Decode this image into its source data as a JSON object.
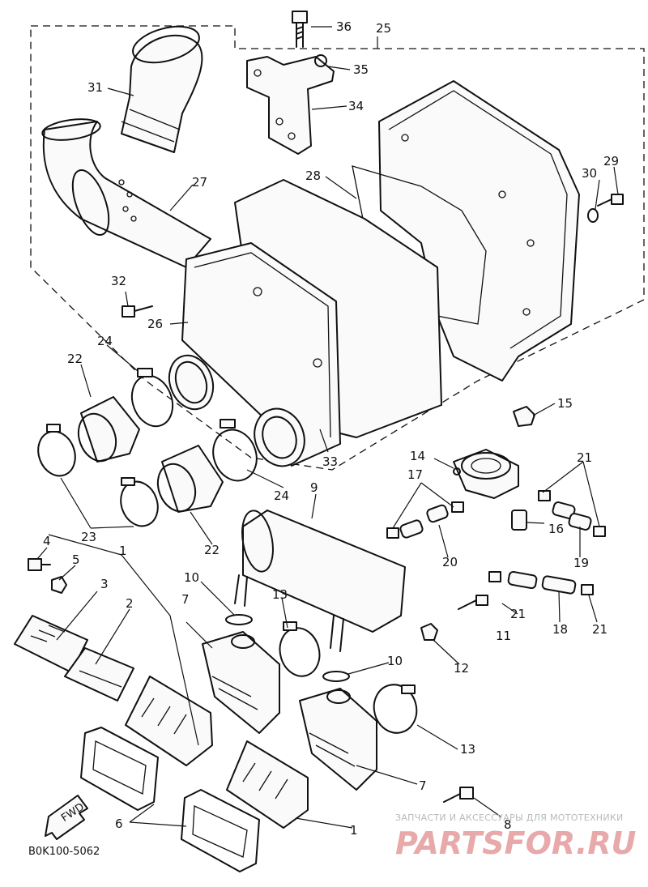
{
  "diagram": {
    "code": "B0K100-5062",
    "fwd_label": "FWD",
    "watermark_line": "ЗАПЧАСТИ И АКСЕССУАРЫ ДЛЯ МОТОТЕХНИКИ",
    "watermark_brand": "PARTSFOR.RU"
  },
  "callouts": [
    {
      "id": "c36",
      "text": "36"
    },
    {
      "id": "c25",
      "text": "25"
    },
    {
      "id": "c35",
      "text": "35"
    },
    {
      "id": "c34",
      "text": "34"
    },
    {
      "id": "c31",
      "text": "31"
    },
    {
      "id": "c28",
      "text": "28"
    },
    {
      "id": "c27",
      "text": "27"
    },
    {
      "id": "c30",
      "text": "30"
    },
    {
      "id": "c29",
      "text": "29"
    },
    {
      "id": "c32",
      "text": "32"
    },
    {
      "id": "c26",
      "text": "26"
    },
    {
      "id": "c24a",
      "text": "24"
    },
    {
      "id": "c22a",
      "text": "22"
    },
    {
      "id": "c15",
      "text": "15"
    },
    {
      "id": "c14",
      "text": "14"
    },
    {
      "id": "c21a",
      "text": "21"
    },
    {
      "id": "c17",
      "text": "17"
    },
    {
      "id": "c33",
      "text": "33"
    },
    {
      "id": "c9",
      "text": "9"
    },
    {
      "id": "c24b",
      "text": "24"
    },
    {
      "id": "c16",
      "text": "16"
    },
    {
      "id": "c20",
      "text": "20"
    },
    {
      "id": "c19",
      "text": "19"
    },
    {
      "id": "c23",
      "text": "23"
    },
    {
      "id": "c22b",
      "text": "22"
    },
    {
      "id": "c4",
      "text": "4"
    },
    {
      "id": "c1a",
      "text": "1"
    },
    {
      "id": "c5",
      "text": "5"
    },
    {
      "id": "c10a",
      "text": "10"
    },
    {
      "id": "c13a",
      "text": "13"
    },
    {
      "id": "c3",
      "text": "3"
    },
    {
      "id": "c2",
      "text": "2"
    },
    {
      "id": "c7a",
      "text": "7"
    },
    {
      "id": "c21b",
      "text": "21"
    },
    {
      "id": "c11",
      "text": "11"
    },
    {
      "id": "c18",
      "text": "18"
    },
    {
      "id": "c21c",
      "text": "21"
    },
    {
      "id": "c12",
      "text": "12"
    },
    {
      "id": "c10b",
      "text": "10"
    },
    {
      "id": "c13b",
      "text": "13"
    },
    {
      "id": "c7b",
      "text": "7"
    },
    {
      "id": "c6",
      "text": "6"
    },
    {
      "id": "c8",
      "text": "8"
    },
    {
      "id": "c1b",
      "text": "1"
    }
  ]
}
